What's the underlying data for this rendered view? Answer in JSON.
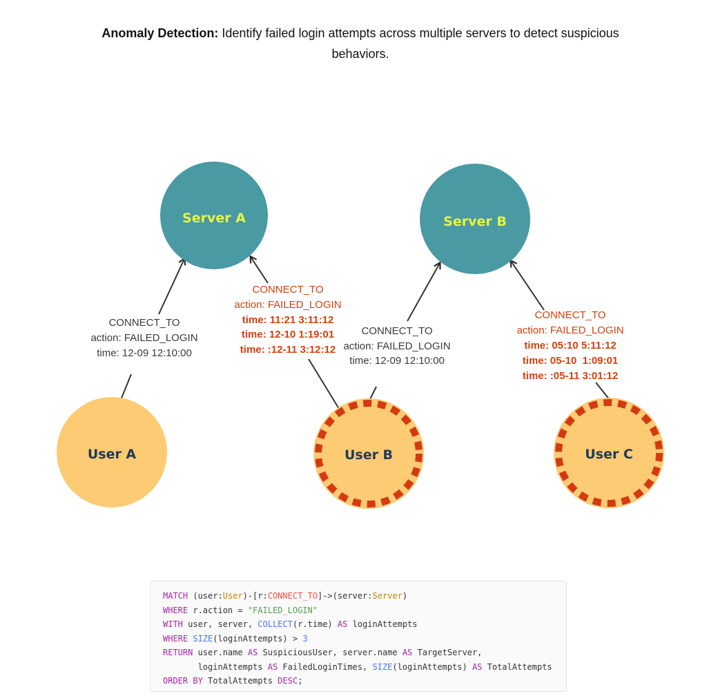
{
  "header": {
    "title_bold": "Anomaly Detection:",
    "title_rest": " Identify failed login attempts across multiple servers to detect suspicious behaviors."
  },
  "colors": {
    "server_fill": "#4a9aa3",
    "server_text": "#e6f542",
    "user_fill": "#fdcb73",
    "user_text": "#1e3a5a",
    "dash": "#d43a12",
    "normal_text": "#3a3a3a",
    "alert_text": "#d4400f"
  },
  "nodes": {
    "server_a": "Server A",
    "server_b": "Server B",
    "user_a": "User A",
    "user_b": "User B",
    "user_c": "User C"
  },
  "edges": {
    "ua_sa": {
      "rel": "CONNECT_TO",
      "action": "action: FAILED_LOGIN",
      "time": "time: 12-09 12:10:00"
    },
    "ub_sa": {
      "rel": "CONNECT_TO",
      "action": "action: FAILED_LOGIN",
      "times": [
        "time: 11:21 3:11:12",
        "time: 12-10 1:19:01",
        "time: :12-11 3:12:12"
      ]
    },
    "ub_sb": {
      "rel": "CONNECT_TO",
      "action": "action: FAILED_LOGIN",
      "time": "time: 12-09 12:10:00"
    },
    "uc_sb": {
      "rel": "CONNECT_TO",
      "action": "action: FAILED_LOGIN",
      "times": [
        "time: 05:10 5:11:12",
        "time: 05-10  1:09:01",
        "time: :05-11 3:01:12"
      ]
    }
  },
  "code": {
    "l1": {
      "a": "MATCH",
      "b": " (user:",
      "c": "User",
      "d": ")-[r:",
      "e": "CONNECT_TO",
      "f": "]->(server:",
      "g": "Server",
      "h": ")"
    },
    "l2": {
      "a": "WHERE",
      "b": " r.action = ",
      "c": "\"FAILED_LOGIN\""
    },
    "l3": {
      "a": "WITH",
      "b": " user, server, ",
      "c": "COLLECT",
      "d": "(r.time) ",
      "e": "AS",
      "f": " loginAttempts"
    },
    "l4": {
      "a": "WHERE",
      "b": " ",
      "c": "SIZE",
      "d": "(loginAttempts) > ",
      "e": "3"
    },
    "l5": {
      "a": "RETURN",
      "b": " user.name ",
      "c": "AS",
      "d": " SuspiciousUser, server.name ",
      "e": "AS",
      "f": " TargetServer,"
    },
    "l6": {
      "a": "       loginAttempts ",
      "b": "AS",
      "c": " FailedLoginTimes, ",
      "d": "SIZE",
      "e": "(loginAttempts) ",
      "f": "AS",
      "g": " TotalAttempts"
    },
    "l7": {
      "a": "ORDER BY",
      "b": " TotalAttempts ",
      "c": "DESC",
      "d": ";"
    }
  }
}
